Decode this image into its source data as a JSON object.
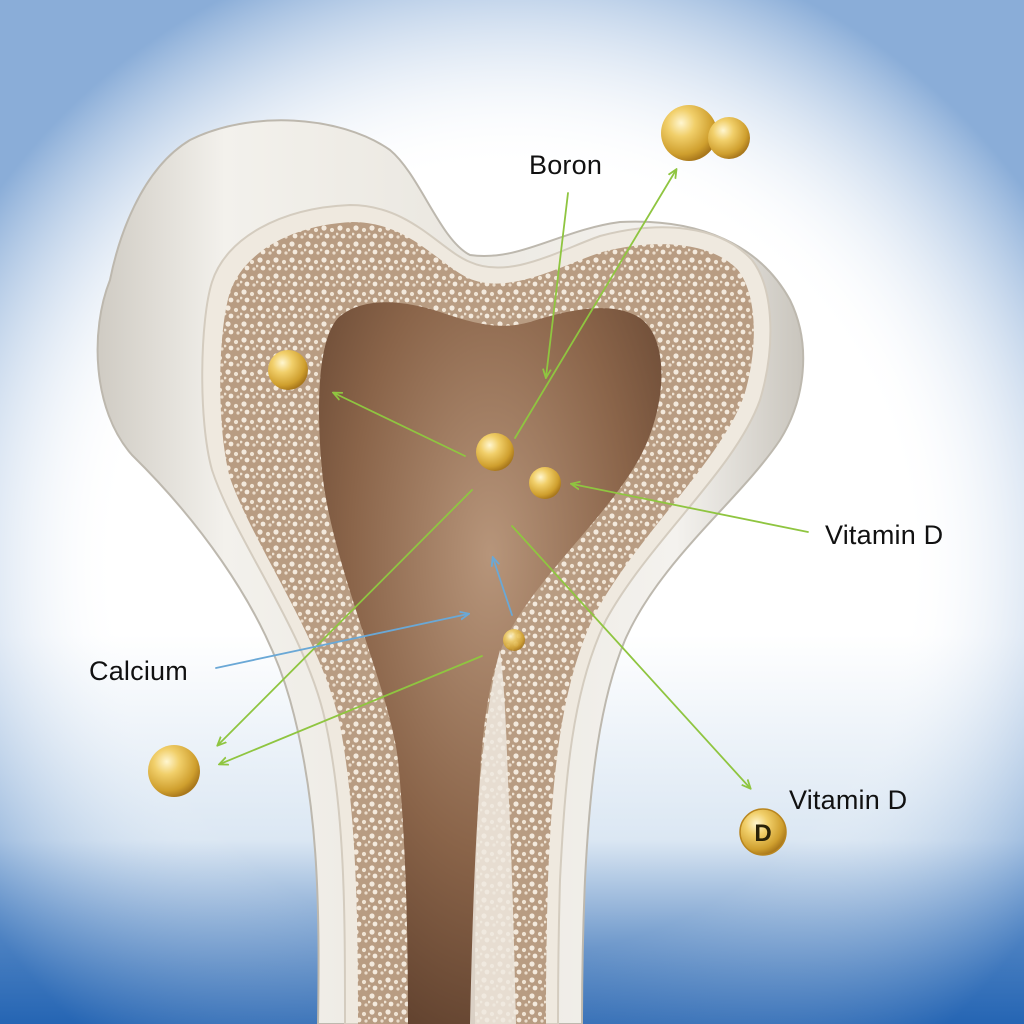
{
  "labels": {
    "boron": "Boron",
    "vitamin_d_upper": "Vitamin D",
    "calcium": "Calcium",
    "vitamin_d_lower": "Vitamin D"
  },
  "vitamin_d_badge": "D",
  "colors": {
    "background_bottom": "#1f5fae",
    "bone_shell": "#e9e6df",
    "spongy_bone": "#b79a80",
    "marrow": "#6b4a35",
    "nutrient_particle": "#e0b53e",
    "arrow_green": "#8fc540",
    "arrow_blue": "#6aa8d6"
  }
}
